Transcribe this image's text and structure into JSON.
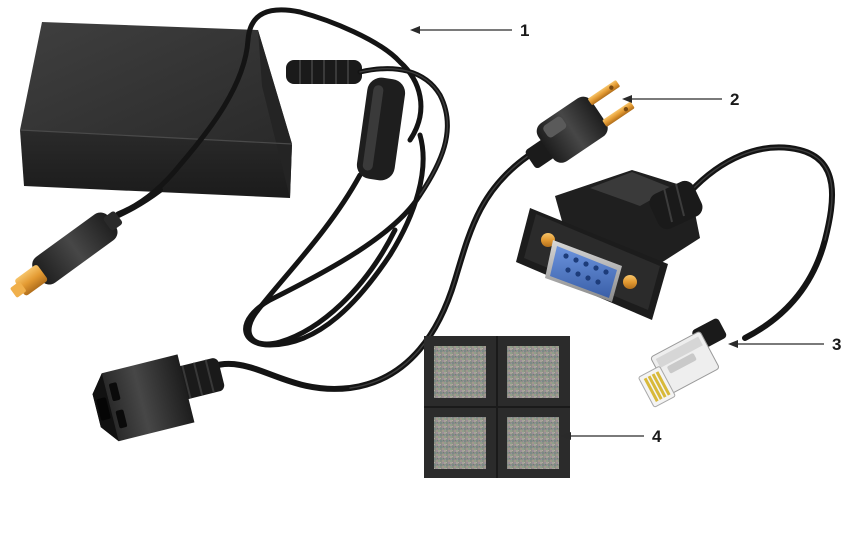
{
  "callouts": [
    {
      "number": "1"
    },
    {
      "number": "2"
    },
    {
      "number": "3"
    },
    {
      "number": "4"
    }
  ],
  "colors": {
    "cable": "#141414",
    "adapter_body": "#2e2e2e",
    "brass_pins": "#e8a13a",
    "db9_face": "#4f78c4",
    "rj45_gold": "#e0c64a",
    "pad_backing": "#2b2b2b"
  },
  "icons": [
    "power-adapter-brick-icon",
    "barrel-plug-icon",
    "iec-c13-connector-icon",
    "us-ac-plug-icon",
    "db9-serial-connector-icon",
    "rj45-plug-icon",
    "adhesive-feet-pads-icon"
  ]
}
